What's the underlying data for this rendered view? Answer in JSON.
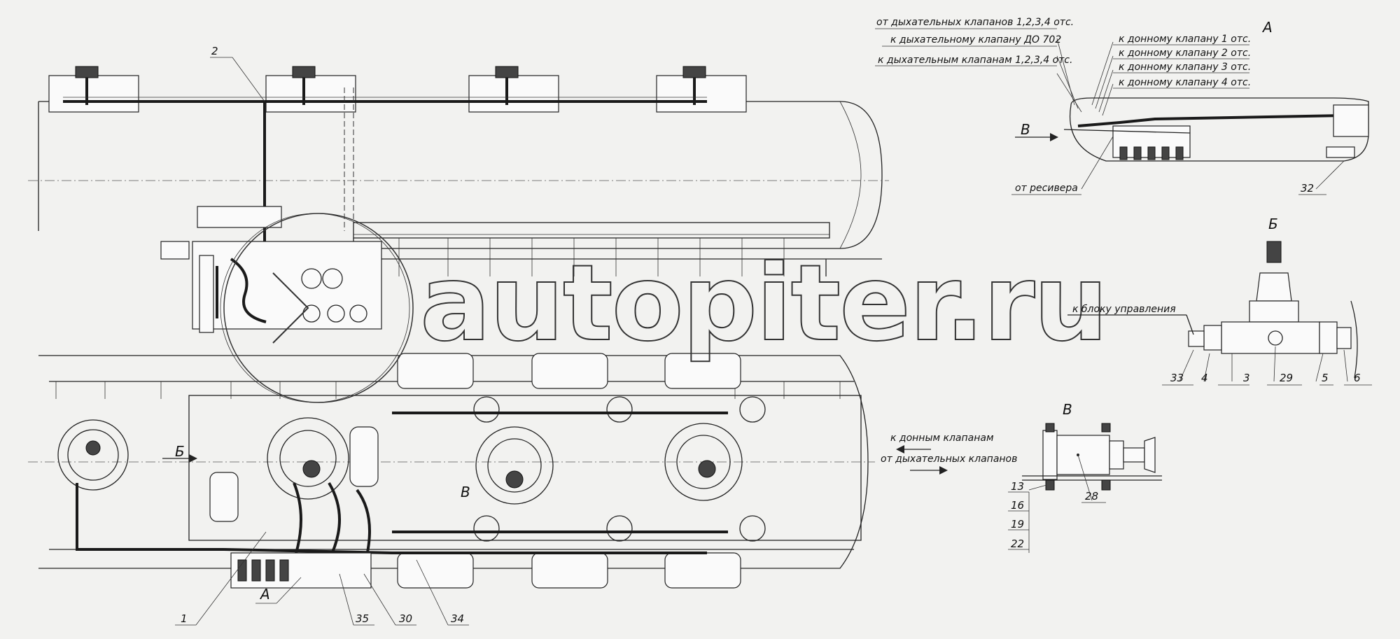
{
  "watermark": "autopiter.ru",
  "views": {
    "A": "А",
    "B": "Б",
    "V": "В",
    "arrow_B": "Б",
    "arrow_V": "В",
    "arrow_V_main": "В"
  },
  "view_A_labels": {
    "from_breather_1234": "от дыхательных клапанов 1,2,3,4 отс.",
    "to_breather_do702": "к дыхательному клапану ДО 702",
    "to_breathers_1234": "к дыхательным клапанам 1,2,3,4 отс.",
    "to_bottom_1": "к донному клапану 1 отс.",
    "to_bottom_2": "к донному клапану 2 отс.",
    "to_bottom_3": "к донному клапану 3 отс.",
    "to_bottom_4": "к донному клапану 4 отс.",
    "from_receiver": "от ресивера",
    "item_32": "32"
  },
  "view_B_labels": {
    "to_control_unit": "к блоку управления",
    "items": [
      "33",
      "4",
      "3",
      "29",
      "5",
      "6"
    ]
  },
  "view_V_labels": {
    "items_left": [
      "13",
      "16",
      "19",
      "22"
    ],
    "item_28": "28"
  },
  "main_labels": {
    "to_bottom_valves": "к донным клапанам",
    "from_breather_valves": "от дыхательных клапанов",
    "item_2": "2",
    "item_1": "1",
    "item_35": "35",
    "item_30": "30",
    "item_34": "34"
  }
}
